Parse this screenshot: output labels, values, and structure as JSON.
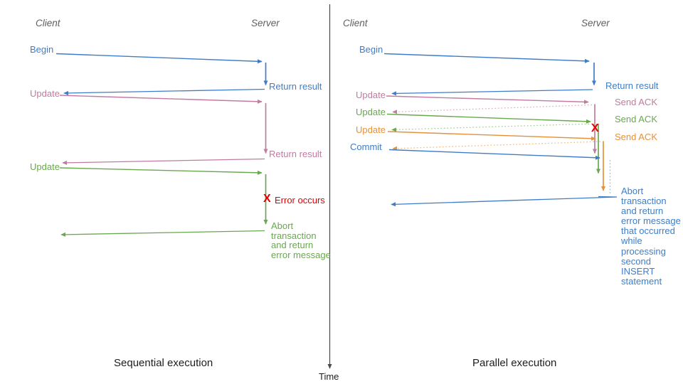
{
  "diagram": {
    "time_label": "Time",
    "colors": {
      "blue": "#3f7dc8",
      "pink": "#c27ba0",
      "green": "#6aa84f",
      "orange": "#e69138",
      "red": "#e50000",
      "header_gray": "#5f5f5f",
      "time_axis": "#4a4a4a"
    },
    "left": {
      "title": "Sequential execution",
      "client": "Client",
      "server": "Server",
      "begin": "Begin",
      "return_result_1": "Return result",
      "update_1": "Update",
      "return_result_2": "Return result",
      "update_2": "Update",
      "error_x": "X",
      "error_label": "Error occurs",
      "abort_lines": [
        "Abort",
        "transaction",
        "and return",
        "error message"
      ]
    },
    "right": {
      "title": "Parallel execution",
      "client": "Client",
      "server": "Server",
      "begin": "Begin",
      "return_result": "Return result",
      "update_1": "Update",
      "send_ack_1": "Send ACK",
      "update_2": "Update",
      "send_ack_2": "Send ACK",
      "update_3": "Update",
      "send_ack_3": "Send ACK",
      "commit": "Commit",
      "error_x": "X",
      "abort_lines": [
        "Abort",
        "transaction",
        "and return",
        "error message",
        "that occurred",
        "while",
        "processing",
        "second",
        "INSERT",
        "statement"
      ]
    }
  }
}
